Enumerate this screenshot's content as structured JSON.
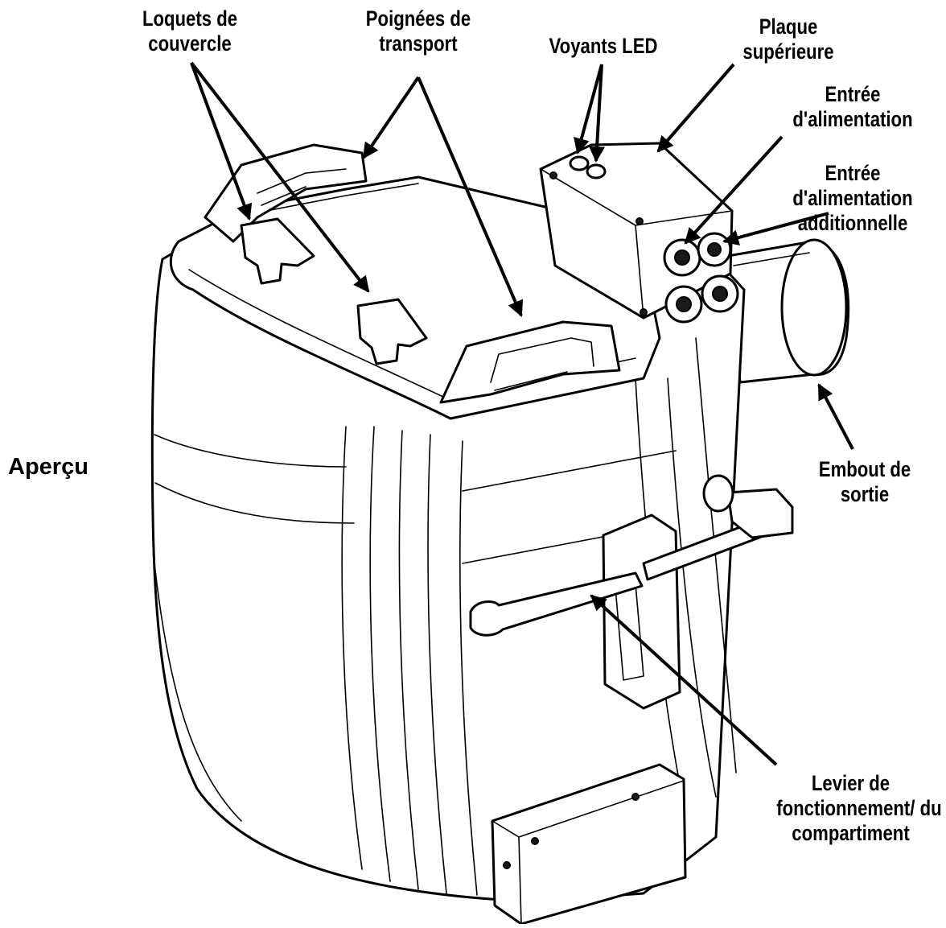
{
  "title": "Aperçu",
  "callouts": {
    "loquets": [
      "Loquets de",
      "couvercle"
    ],
    "poignees": [
      "Poignées de",
      "transport"
    ],
    "voyants": [
      "Voyants LED"
    ],
    "plaque": [
      "Plaque",
      "supérieure"
    ],
    "entree": [
      "Entrée",
      "d'alimentation"
    ],
    "entree_add": [
      "Entrée",
      "d'alimentation",
      "additionnelle"
    ],
    "embout": [
      "Embout de",
      "sortie"
    ],
    "levier": [
      "Levier de",
      "fonctionnement/ du",
      "compartiment"
    ]
  },
  "colors": {
    "ink": "#000000",
    "background": "#ffffff"
  }
}
